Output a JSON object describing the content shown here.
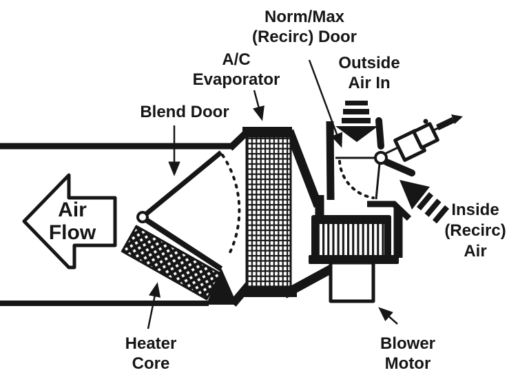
{
  "diagram": {
    "type": "automotive-hvac-airflow-schematic",
    "colors": {
      "ink": "#161616",
      "background": "#ffffff"
    }
  },
  "labels": {
    "norm_max_door": {
      "lines": [
        "Norm/Max",
        "(Recirc) Door"
      ]
    },
    "ac_evaporator": {
      "lines": [
        "A/C",
        "Evaporator"
      ]
    },
    "outside_air": {
      "lines": [
        "Outside",
        "Air In"
      ]
    },
    "blend_door": {
      "lines": [
        "Blend Door"
      ]
    },
    "air_flow": {
      "lines": [
        "Air",
        "Flow"
      ]
    },
    "heater_core": {
      "lines": [
        "Heater",
        "Core"
      ]
    },
    "blower_motor": {
      "lines": [
        "Blower",
        "Motor"
      ]
    },
    "inside_recirc_air": {
      "lines": [
        "Inside",
        "(Recirc)",
        "Air"
      ]
    }
  },
  "icons": {
    "air_flow_arrow": "block-arrow-left",
    "outside_air_arrow": "dashed-block-arrow-down",
    "inside_air_arrow": "dashed-block-arrow-up-left",
    "leader_arrows": "thin-arrow"
  }
}
